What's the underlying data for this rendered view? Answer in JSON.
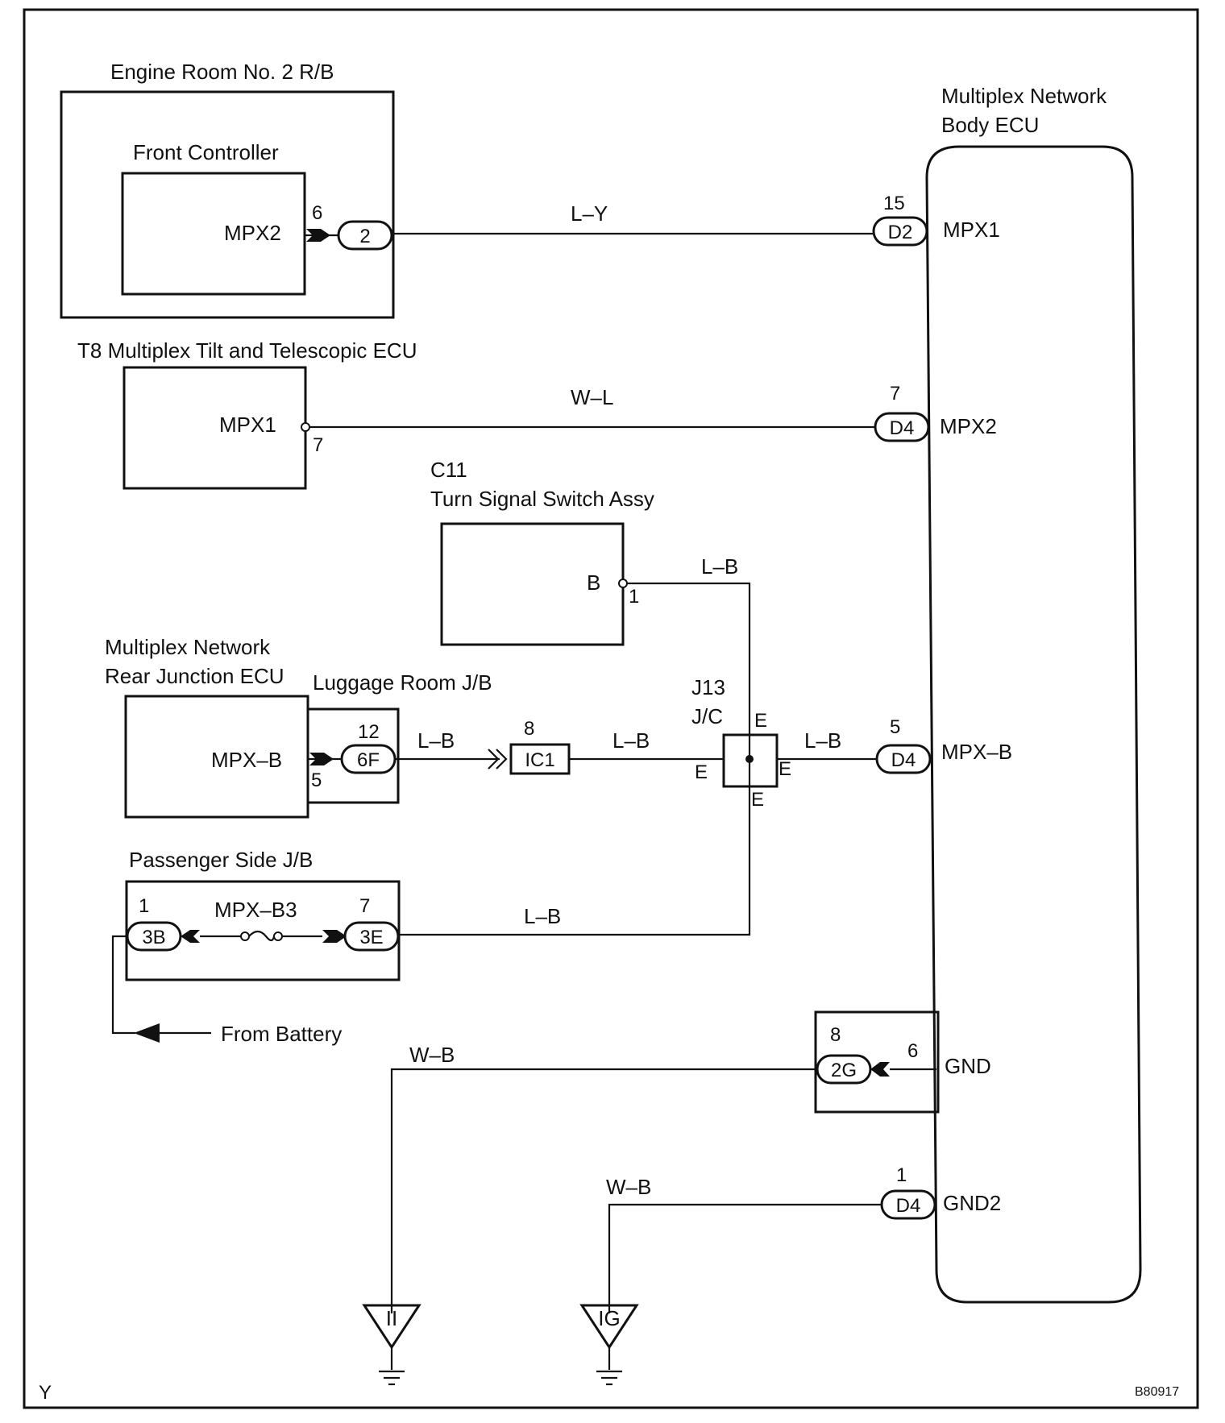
{
  "components": {
    "engine_room_rb": "Engine Room No. 2 R/B",
    "front_controller": "Front Controller",
    "front_controller_terminal": "MPX2",
    "tilt_ecu": "T8 Multiplex Tilt and Telescopic ECU",
    "tilt_ecu_terminal": "MPX1",
    "turn_switch_code": "C11",
    "turn_switch": "Turn Signal Switch Assy",
    "turn_switch_terminal": "B",
    "rear_ecu_line1": "Multiplex Network",
    "rear_ecu_line2": "Rear Junction ECU",
    "rear_ecu_terminal": "MPX–B",
    "luggage_jb": "Luggage Room J/B",
    "passenger_jb": "Passenger Side J/B",
    "fuse": "MPX–B3",
    "from_battery": "From Battery",
    "body_ecu_line1": "Multiplex Network",
    "body_ecu_line2": "Body ECU",
    "junction_code": "J13",
    "junction_type": "J/C"
  },
  "body_ecu_terminals": [
    "MPX1",
    "MPX2",
    "MPX–B",
    "GND",
    "GND2"
  ],
  "wire_colors": {
    "mpx1": "L–Y",
    "mpx2": "W–L",
    "turn_switch": "L–B",
    "luggage_out": "L–B",
    "ic1_out": "L–B",
    "jc_out": "L–B",
    "passenger": "L–B",
    "gnd": "W–B",
    "gnd2": "W–B"
  },
  "connectors": {
    "fc": "2",
    "d2": "D2",
    "d4a": "D4",
    "d4b": "D4",
    "d4c": "D4",
    "f6": "6F",
    "ic1": "IC1",
    "b3": "3B",
    "e3": "3E",
    "g2": "2G"
  },
  "pins": {
    "fc": "6",
    "d2": "15",
    "d4a": "7",
    "tilt": "7",
    "turn": "1",
    "f6_top": "12",
    "f6_bottom": "5",
    "ic1": "8",
    "d4b": "5",
    "b3": "1",
    "e3": "7",
    "g2_left": "8",
    "g2_right": "6",
    "d4c": "1"
  },
  "jc_terminals": [
    "E",
    "E",
    "E",
    "E"
  ],
  "grounds": [
    "II",
    "IG"
  ],
  "footer_left": "Y",
  "footer_code": "B80917"
}
